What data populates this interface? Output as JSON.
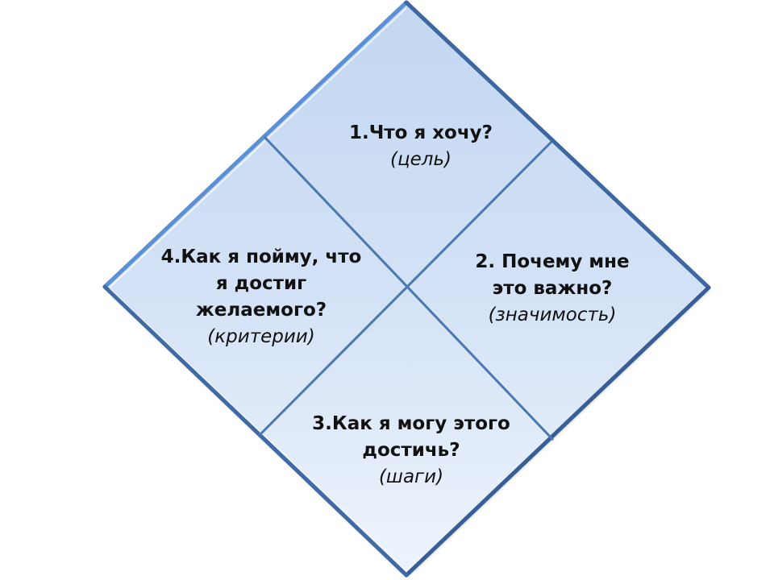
{
  "diagram": {
    "type": "diamond-quadrant",
    "colors": {
      "fill_top": "#c6d9f2",
      "fill_bottom": "#edf3fc",
      "edge_light": "#5b8fd6",
      "edge_dark": "#3a659b",
      "divider": "#4a78b0",
      "text": "#111111"
    },
    "quadrants": [
      {
        "id": 1,
        "position": "top",
        "question_lines": [
          "1.Что я хочу?"
        ],
        "subtitle": "(цель)"
      },
      {
        "id": 2,
        "position": "right",
        "question_lines": [
          "2. Почему мне",
          "это важно?"
        ],
        "subtitle": "(значимость)"
      },
      {
        "id": 3,
        "position": "bottom",
        "question_lines": [
          "3.Как я могу этого",
          "достичь?"
        ],
        "subtitle": "(шаги)"
      },
      {
        "id": 4,
        "position": "left",
        "question_lines": [
          "4.Как я пойму, что",
          "я достиг",
          "желаемого?"
        ],
        "subtitle": "(критерии)"
      }
    ]
  }
}
